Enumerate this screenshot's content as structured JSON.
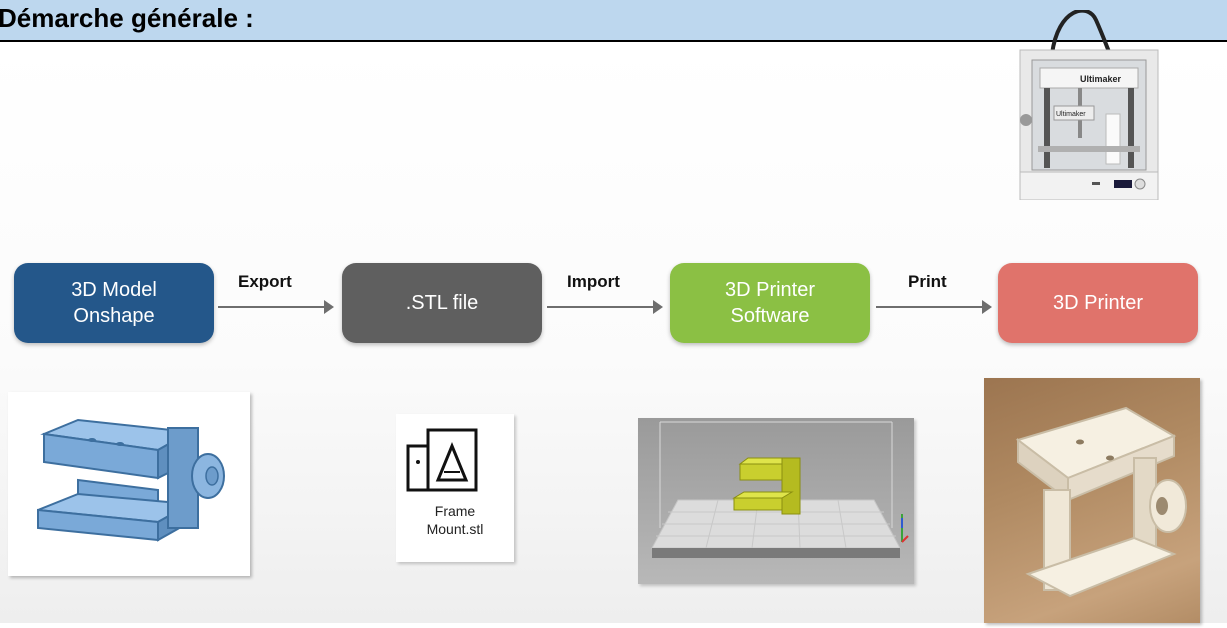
{
  "header": {
    "title": "Démarche générale :"
  },
  "flow": {
    "steps": [
      {
        "line1": "3D Model",
        "line2": "Onshape",
        "color": "#24578a"
      },
      {
        "line1": ".STL file",
        "line2": "",
        "color": "#5f5f5f"
      },
      {
        "line1": "3D Printer",
        "line2": "Software",
        "color": "#8bc044"
      },
      {
        "line1": "3D Printer",
        "line2": "",
        "color": "#e0736b"
      }
    ],
    "arrows": [
      "Export",
      "Import",
      "Print"
    ]
  },
  "printer_image": {
    "brand_text": "Ultimaker"
  },
  "file_icon": {
    "caption_line1": "Frame",
    "caption_line2": "Mount.stl"
  },
  "colors": {
    "header_bg": "#bdd7ee",
    "model_blue": "#7aa9d8",
    "slicer_part": "#cfd639"
  }
}
